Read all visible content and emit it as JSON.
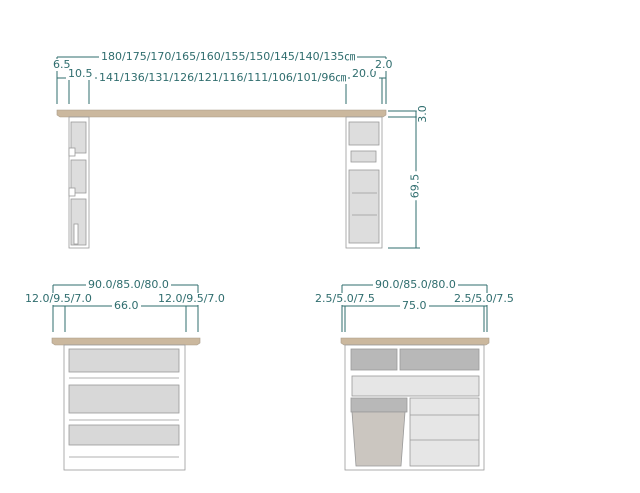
{
  "front_view": {
    "total_width": "180/175/170/165/160/155/150/145/140/135㎝",
    "left_overhang": "6.5",
    "left_leg_width": "10.5",
    "inner_width": "141/136/131/126/121/116/111/106/101/96㎝",
    "right_leg_width": "20.0",
    "right_overhang": "2.0",
    "top_thickness": "3.0",
    "leg_height": "69.5"
  },
  "side_view_left": {
    "depth": "90.0/85.0/80.0",
    "left_overhang": "12.0/9.5/7.0",
    "inner_depth": "66.0",
    "right_overhang": "12.0/9.5/7.0"
  },
  "side_view_right": {
    "depth": "90.0/85.0/80.0",
    "left_overhang": "2.5/5.0/7.5",
    "inner_depth": "75.0",
    "right_overhang": "2.5/5.0/7.5"
  },
  "colors": {
    "dimension": "#2f6d6e",
    "tabletop": "#cbb89e",
    "panel": "#d6d6d6"
  }
}
